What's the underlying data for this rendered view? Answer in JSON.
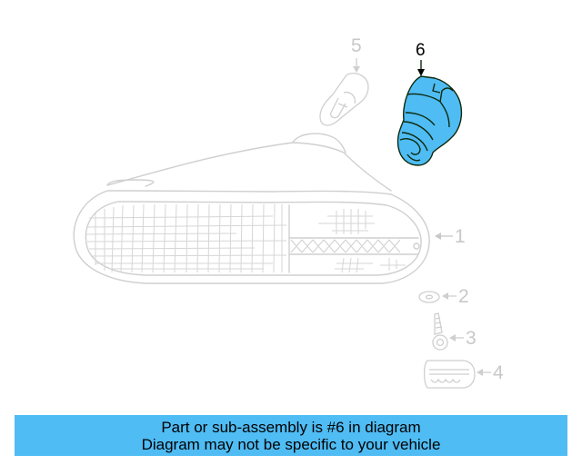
{
  "diagram": {
    "highlight_color": "#4fbcf4",
    "ghost_color": "#c8c8c8",
    "callouts": [
      {
        "number": "1",
        "part": "lamp-housing",
        "highlighted": false
      },
      {
        "number": "2",
        "part": "washer",
        "highlighted": false
      },
      {
        "number": "3",
        "part": "screw",
        "highlighted": false
      },
      {
        "number": "4",
        "part": "clip",
        "highlighted": false
      },
      {
        "number": "5",
        "part": "bulb",
        "highlighted": false
      },
      {
        "number": "6",
        "part": "socket",
        "highlighted": true
      }
    ]
  },
  "banner": {
    "line1": "Part or sub-assembly is #6 in diagram",
    "line2": "Diagram may not be specific to your vehicle",
    "background": "#4fbcf4"
  }
}
